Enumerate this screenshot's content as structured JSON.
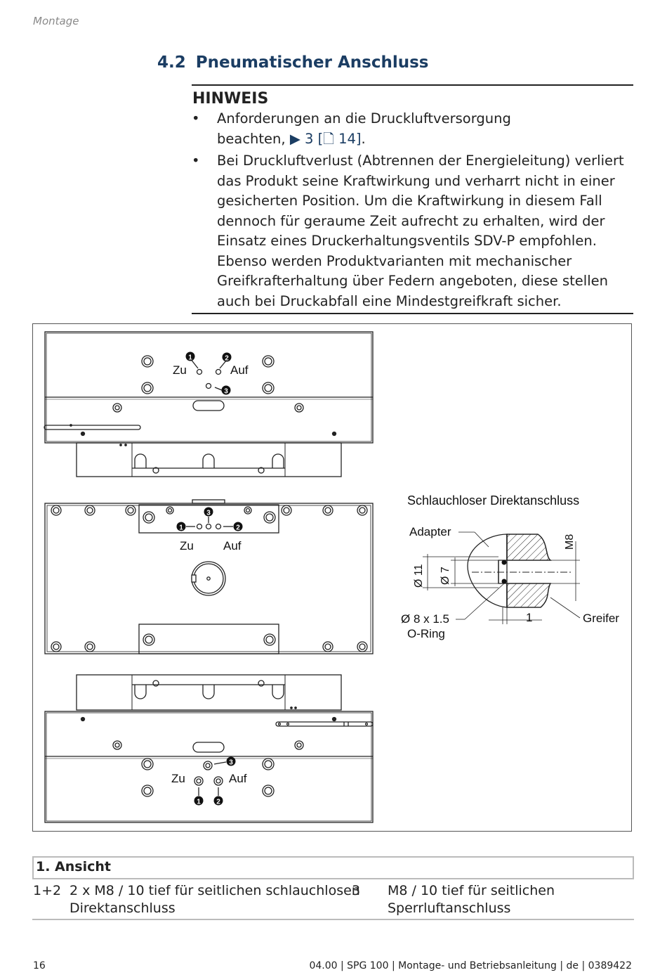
{
  "header": {
    "running_title": "Montage"
  },
  "section": {
    "number": "4.2",
    "title": "Pneumatischer Anschluss"
  },
  "notice": {
    "title": "HINWEIS",
    "bullet_symbol": "•",
    "item1": {
      "line1": "Anforderungen an die Druckluftversorgung",
      "line2_prefix": "beachten, ",
      "link": "▶ 3 [🗋 14]",
      "line2_suffix": "."
    },
    "item2": {
      "lines": [
        "Bei Druckluftverlust (Abtrennen der Energieleitung) verliert",
        "das Produkt seine Kraftwirkung und verharrt nicht in einer",
        "gesicherten Position. Um die Kraftwirkung in diesem Fall",
        "dennoch für geraume Zeit aufrecht zu erhalten, wird der",
        "Einsatz eines Druckerhaltungsventils SDV-P empfohlen.",
        "Ebenso werden Produktvarianten mit mechanischer",
        "Greifkrafterhaltung über Federn angeboten, diese stellen",
        "auch bei Druckabfall eine Mindestgreifkraft sicher."
      ]
    }
  },
  "figure": {
    "labels": {
      "close": "Zu",
      "open": "Auf"
    },
    "markers": {
      "m1": "1",
      "m2": "2",
      "m3": "3"
    },
    "detail": {
      "title": "Schlauchloser Direktanschluss",
      "adapter": "Adapter",
      "thread": "M8",
      "dia11": "Ø 11",
      "dia7": "Ø 7",
      "oring_size": "Ø 8 x 1.5",
      "oring": "O-Ring",
      "gap": "1",
      "gripper": "Greifer"
    }
  },
  "legend": {
    "title": "1. Ansicht",
    "rows": [
      {
        "key": "1+2",
        "desc": [
          "2 x M8 / 10 tief für seitlichen schlauchlosen",
          "Direktanschluss"
        ]
      },
      {
        "key": "3",
        "desc": [
          "M8 / 10 tief für seitlichen",
          "Sperrluftanschluss"
        ]
      }
    ]
  },
  "footer": {
    "page": "16",
    "info": "04.00 | SPG 100 | Montage- und Betriebsanleitung | de | 0389422"
  }
}
